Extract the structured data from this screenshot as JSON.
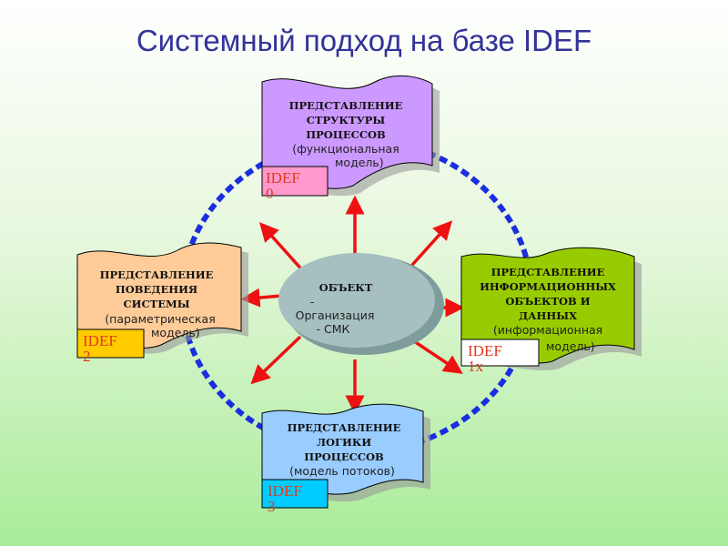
{
  "title": "Системный подход на базе IDEF",
  "center": {
    "line1": "ОБЪЕКТ",
    "line2": "-",
    "line3": "Организация",
    "line4": "- СМК"
  },
  "boxes": {
    "top": {
      "l1": "ПРЕДСТАВЛЕНИЕ",
      "l2": "СТРУКТУРЫ",
      "l3": "ПРОЦЕССОВ",
      "sub1": "(функциональная",
      "sub2": "модель)",
      "tag1": "IDEF",
      "tag2": "0",
      "color": "#cc99ff",
      "tag_color": "#ff99cc"
    },
    "left": {
      "l1": "ПРЕДСТАВЛЕНИЕ",
      "l2": "ПОВЕДЕНИЯ",
      "l3": "СИСТЕМЫ",
      "sub1": "(параметрическая",
      "sub2": "модель)",
      "tag1": "IDEF",
      "tag2": "2",
      "color": "#ffcc99",
      "tag_color": "#ffcc00"
    },
    "right": {
      "l1": "ПРЕДСТАВЛЕНИЕ",
      "l2": "ИНФОРМАЦИОННЫХ",
      "l3": "ОБЪЕКТОВ И",
      "l4": "ДАННЫХ",
      "sub1": "(информационная",
      "sub2": "модель)",
      "tag1": "IDEF",
      "tag2": "1x",
      "color": "#99cc00",
      "tag_color": "#ffffff"
    },
    "bottom": {
      "l1": "ПРЕДСТАВЛЕНИЕ",
      "l2": "ЛОГИКИ",
      "l3": "ПРОЦЕССОВ",
      "sub1": "(модель потоков)",
      "tag1": "IDEF",
      "tag2": "3",
      "color": "#99ccff",
      "tag_color": "#00ccff"
    }
  }
}
